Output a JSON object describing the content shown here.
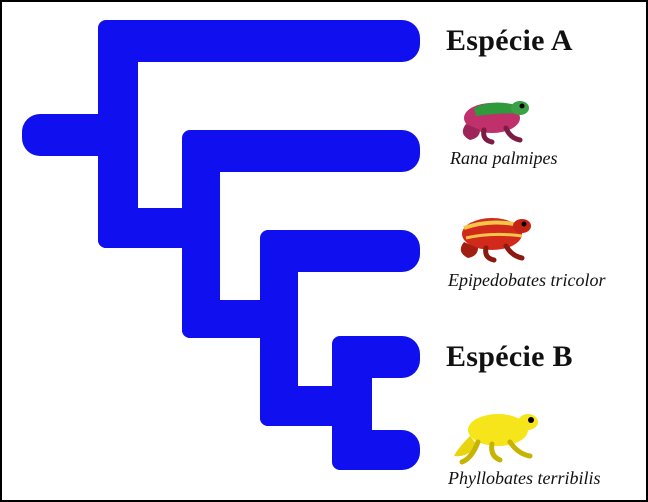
{
  "taxa": [
    {
      "key": "species_a",
      "label": "Espécie A",
      "kind": "species"
    },
    {
      "key": "rana",
      "label": "Rana palmipes",
      "kind": "frog",
      "frog_colors": [
        "#c0306a",
        "#2f9a3c"
      ]
    },
    {
      "key": "epipedobates",
      "label": "Epipedobates tricolor",
      "kind": "frog",
      "frog_colors": [
        "#d12a1a",
        "#f3c64a"
      ]
    },
    {
      "key": "species_b",
      "label": "Espécie B",
      "kind": "species"
    },
    {
      "key": "phyllobates",
      "label": "Phyllobates terribilis",
      "kind": "frog",
      "frog_colors": [
        "#f6e51a",
        "#c7b400"
      ]
    }
  ],
  "colors": {
    "branch": "#0f0ff0",
    "background": "#ffffff",
    "border": "#000000"
  },
  "icons": [
    "frog-icon"
  ]
}
